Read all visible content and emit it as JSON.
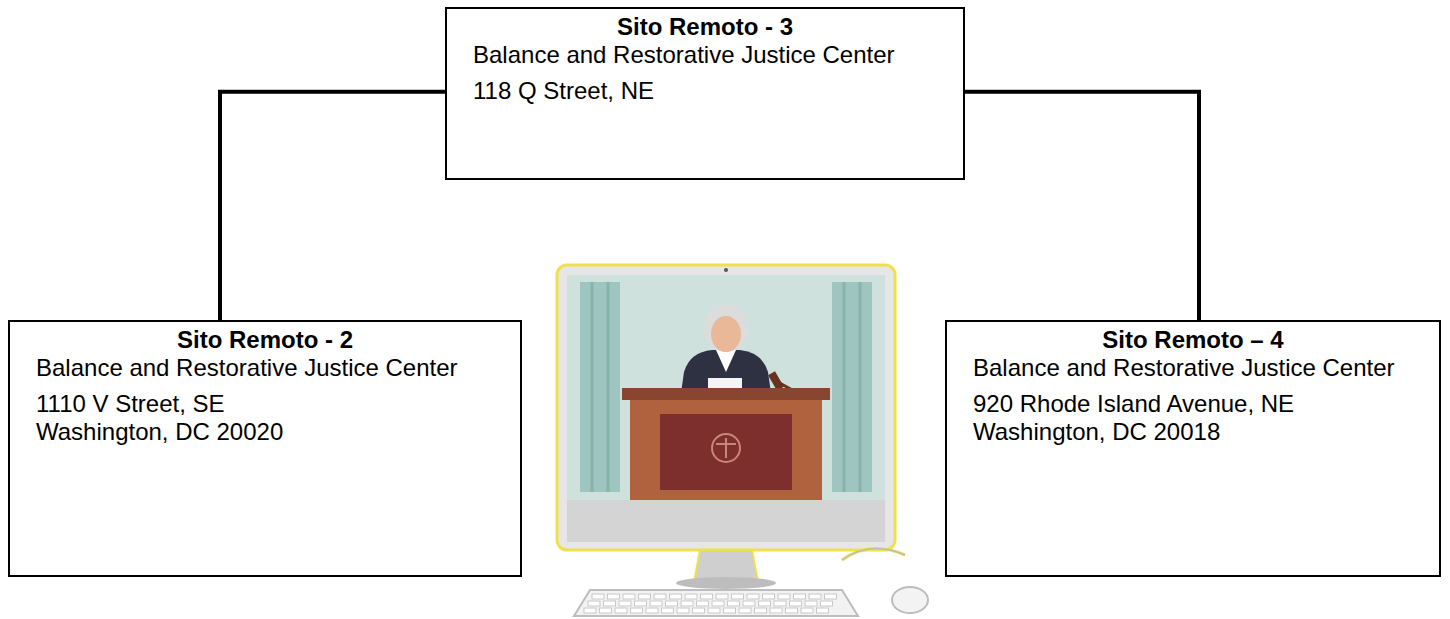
{
  "diagram": {
    "nodes": [
      {
        "text": [
          "Sito Remoto - 3",
          "Balance and Restorative Justice Center",
          "118 Q Street, NE"
        ]
      },
      {
        "text": [
          "Sito Remoto - 2",
          "Balance and Restorative Justice Center",
          "1110 V Street, SE Washington, DC 20020"
        ]
      },
      {
        "text": [
          "Sito Remoto – 4",
          "Balance and Restorative Justice Center",
          "920 Rhode Island Avenue, NE Washington, DC 20018"
        ]
      }
    ],
    "edges": [
      {
        "from": 0,
        "to": 1,
        "arrow": "none"
      },
      {
        "from": 0,
        "to": 2,
        "arrow": "none"
      }
    ]
  }
}
